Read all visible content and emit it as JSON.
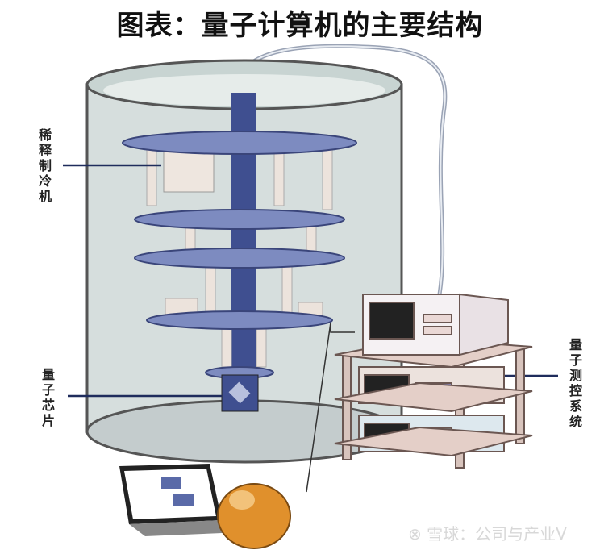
{
  "title": "图表：量子计算机的主要结构",
  "labels": {
    "refrigerator": "稀释制冷机",
    "chip": "量子芯片",
    "control_system": "量子测控系统"
  },
  "watermark": "雪球：公司与产业V",
  "colors": {
    "cylinder": "#c9d3d3",
    "plates": "#5a6aa8",
    "rack": "#e4cfc8",
    "mascot": "#e0902c"
  }
}
